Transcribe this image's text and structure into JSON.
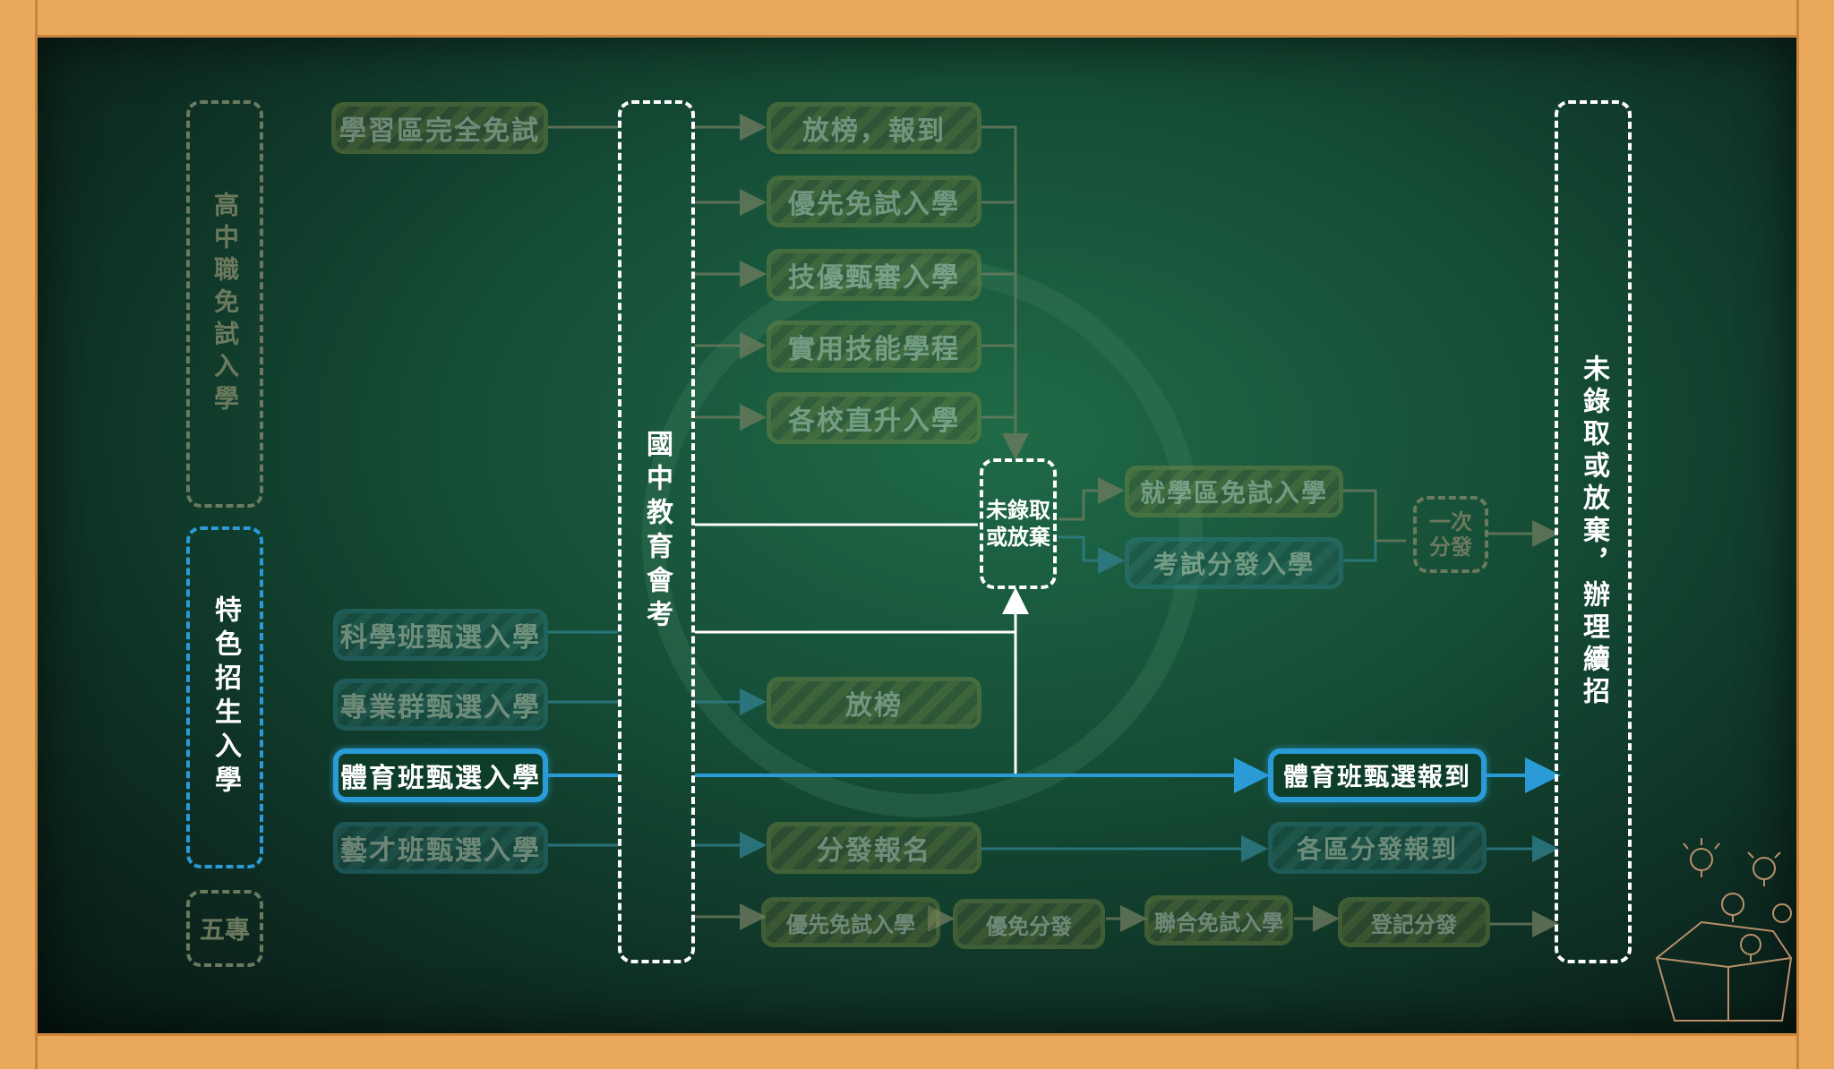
{
  "left_groups": {
    "high_school": "高中職免試入學",
    "special": "特色招生入學",
    "five_year": "五專"
  },
  "center_column": "國中教育會考",
  "right_column": "未錄取或放棄，辦理續招",
  "mid_box": "未錄取或放棄",
  "left_items": {
    "learning_zone": "學習區完全免試",
    "science_class": "科學班甄選入學",
    "professional_group": "專業群甄選入學",
    "sports_class": "體育班甄選入學",
    "arts_class": "藝才班甄選入學"
  },
  "middle_items": {
    "announce_register": "放榜，報到",
    "priority_exempt": "優先免試入學",
    "skill_review": "技優甄審入學",
    "practical_skill": "實用技能學程",
    "direct_upgrade": "各校直升入學",
    "announce": "放榜",
    "distribute_register": "分發報名"
  },
  "right_items": {
    "district_exempt": "就學區免試入學",
    "exam_distribute": "考試分發入學",
    "one_time": "一次分發",
    "sports_register": "體育班甄選報到",
    "district_report": "各區分發報到"
  },
  "bottom_row": [
    "優先免試入學",
    "優免分發",
    "聯合免試入學",
    "登記分發"
  ],
  "colors": {
    "board": "#154d36",
    "frame": "#eaa85a",
    "highlight": "#2a9bd6",
    "white": "#ffffff",
    "dim_yellow": "#7c8a45",
    "dim_blue": "#2f7e8c"
  }
}
